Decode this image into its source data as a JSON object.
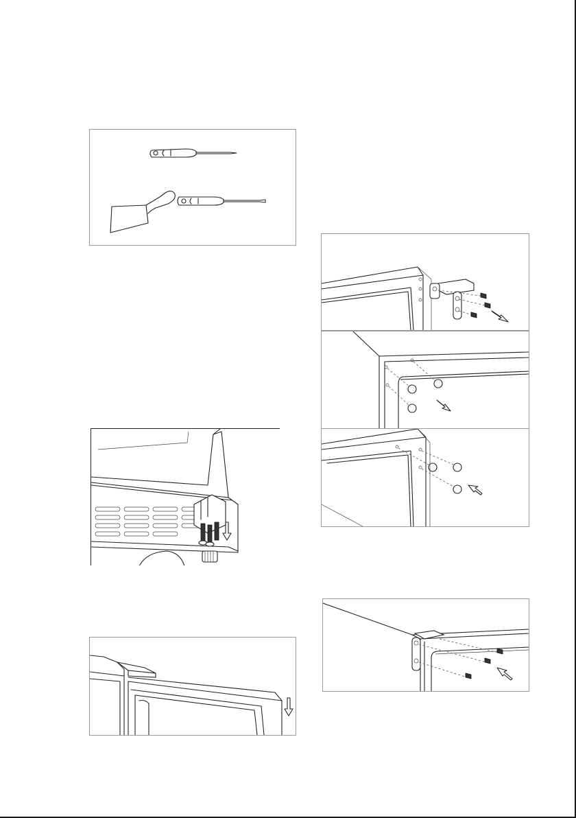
{
  "figures": [
    {
      "id": "tools",
      "icons": [
        "phillips-screwdriver-icon",
        "putty-knife-icon",
        "flat-screwdriver-icon"
      ]
    },
    {
      "id": "top-hinge-removal",
      "icons": [
        "top-hinge-icon",
        "screw-icon",
        "arrow-icon"
      ]
    },
    {
      "id": "hole-covers-left",
      "icons": [
        "hole-cover-icon",
        "arrow-icon"
      ]
    },
    {
      "id": "hole-covers-right",
      "icons": [
        "hole-cover-icon",
        "arrow-icon"
      ]
    },
    {
      "id": "bottom-hinge",
      "icons": [
        "bottom-hinge-icon",
        "screw-icon",
        "adjustable-foot-icon"
      ]
    },
    {
      "id": "door-lift",
      "icons": [
        "door-icon",
        "arrow-down-icon"
      ]
    },
    {
      "id": "hinge-reinstall",
      "icons": [
        "top-hinge-icon",
        "screw-icon",
        "arrow-icon"
      ]
    }
  ],
  "colors": {
    "line": "#222222",
    "frame": "#9a9a9a",
    "background": "#ffffff"
  }
}
